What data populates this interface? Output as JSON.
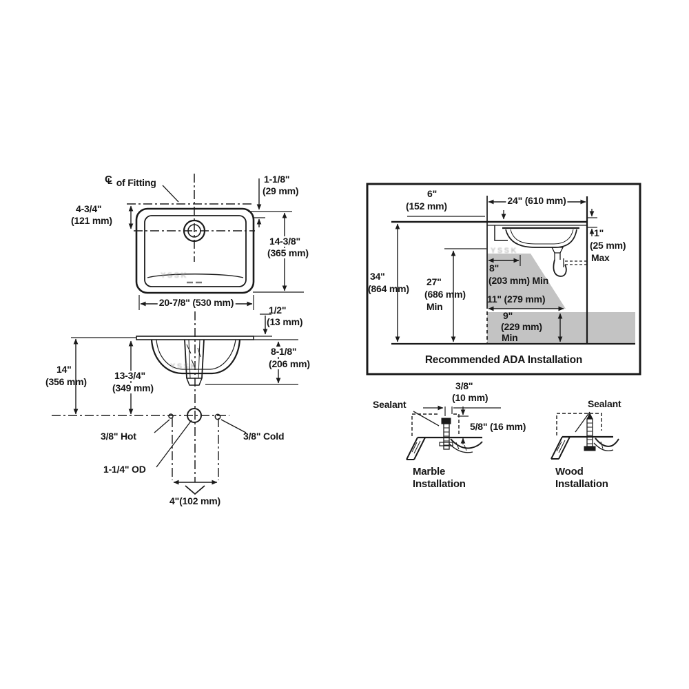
{
  "plan": {
    "cl_c": "C",
    "cl_l": "L",
    "cl_label": "of Fitting",
    "offset_in": "4-3/4\"",
    "offset_mm": "(121 mm)",
    "rim_in": "1-1/8\"",
    "rim_mm": "(29 mm)",
    "depth_in": "14-3/8\"",
    "depth_mm": "(365 mm)",
    "width": "20-7/8\" (530 mm)"
  },
  "front": {
    "reveal_in": "1/2\"",
    "reveal_mm": "(13 mm)",
    "bowl_in": "8-1/8\"",
    "bowl_mm": "(206 mm)",
    "height_in": "14\"",
    "height_mm": "(356 mm)",
    "drain_in": "13-3/4\"",
    "drain_mm": "(349 mm)",
    "hot": "3/8\" Hot",
    "cold": "3/8\" Cold",
    "od": "1-1/4\" OD",
    "spread": "4\"(102 mm)"
  },
  "ada": {
    "title": "Recommended ADA Installation",
    "d6_in": "6\"",
    "d6_mm": "(152 mm)",
    "d24": "24\" (610 mm)",
    "d1_in": "1\"",
    "d1_mm": "(25 mm)",
    "d1_note": "Max",
    "d34_in": "34\"",
    "d34_mm": "(864 mm)",
    "d27_in": "27\"",
    "d27_mm": "(686 mm)",
    "d27_note": "Min",
    "d8_in": "8\"",
    "d8_mm": "(203 mm) Min",
    "d11": "11\" (279 mm)",
    "d9_in": "9\"",
    "d9_mm": "(229 mm)",
    "d9_note": "Min"
  },
  "marble": {
    "sealant": "Sealant",
    "d38_in": "3/8\"",
    "d38_mm": "(10 mm)",
    "d58": "5/8\" (16 mm)",
    "cap1": "Marble",
    "cap2": "Installation"
  },
  "wood": {
    "sealant": "Sealant",
    "cap1": "Wood",
    "cap2": "Installation"
  },
  "watermark": {
    "text": "YSSK"
  },
  "colors": {
    "line": "#1a1a1a",
    "shade": "#c3c3c3",
    "background": "#ffffff"
  }
}
